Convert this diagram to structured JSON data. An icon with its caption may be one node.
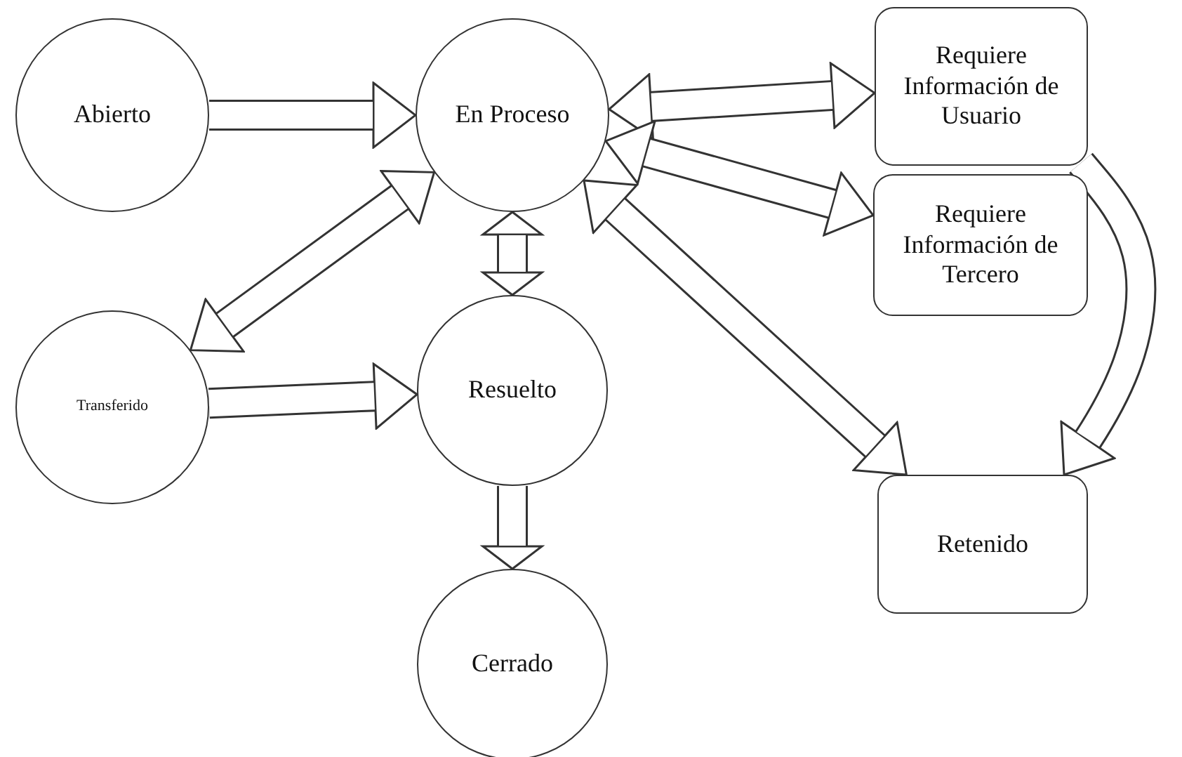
{
  "diagram": {
    "nodes": [
      {
        "text": [
          "Abierto"
        ]
      },
      {
        "text": [
          "En Proceso"
        ]
      },
      {
        "text": [
          "Requiere Información de Usuario"
        ]
      },
      {
        "text": [
          "Requiere Información de Tercero"
        ]
      },
      {
        "text": [
          "Transferido"
        ]
      },
      {
        "text": [
          "Resuelto"
        ]
      },
      {
        "text": [
          "Retenido"
        ]
      },
      {
        "text": [
          "Cerrado"
        ]
      }
    ],
    "edges": [
      {
        "from": 0,
        "to": 1,
        "arrow": "to"
      },
      {
        "from": 1,
        "to": 2,
        "arrow": "both"
      },
      {
        "from": 1,
        "to": 3,
        "arrow": "both"
      },
      {
        "from": 1,
        "to": 4,
        "arrow": "both"
      },
      {
        "from": 1,
        "to": 5,
        "arrow": "both"
      },
      {
        "from": 1,
        "to": 6,
        "arrow": "both"
      },
      {
        "from": 4,
        "to": 5,
        "arrow": "to"
      },
      {
        "from": 5,
        "to": 7,
        "arrow": "to"
      },
      {
        "from": 2,
        "to": 6,
        "arrow": "to"
      }
    ]
  }
}
